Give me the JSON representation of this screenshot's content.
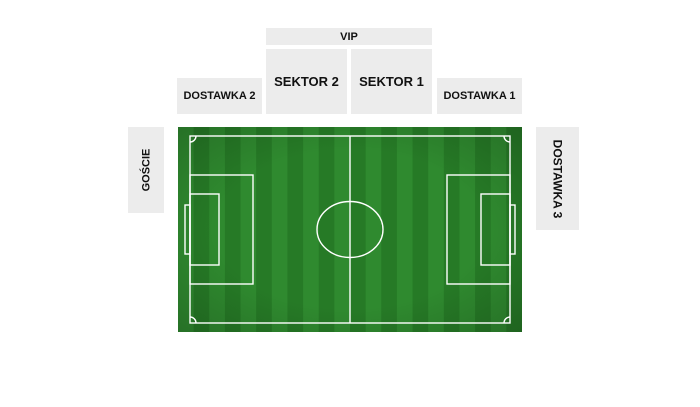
{
  "stadium": {
    "sectors": {
      "vip": "VIP",
      "sektor_2": "SEKTOR 2",
      "sektor_1": "SEKTOR 1",
      "dostawka_2": "DOSTAWKA 2",
      "dostawka_1": "DOSTAWKA 1",
      "goscie": "GOŚCIE",
      "dostawka_3": "DOSTAWKA 3"
    },
    "colors": {
      "sector_fill": "#ececec",
      "sector_text": "#111111",
      "pitch_stripe_light": "#2f8a2f",
      "pitch_stripe_dark": "#267a26",
      "pitch_lines": "#ffffff"
    }
  }
}
